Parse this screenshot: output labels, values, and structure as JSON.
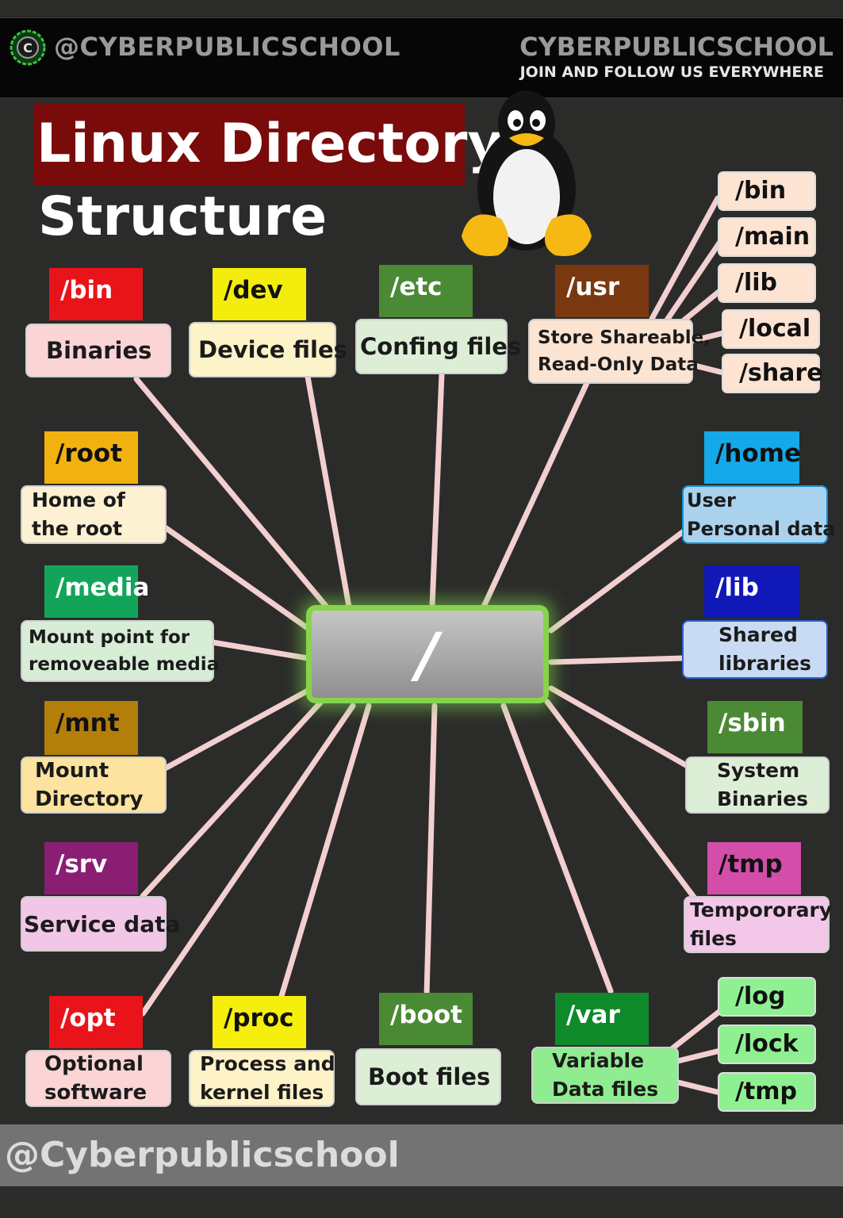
{
  "header": {
    "handle": "@CYBERPUBLICSCHOOL",
    "brand": "CYBERPUBLICSCHOOL",
    "tagline": "JOIN AND FOLLOW US EVERYWHERE",
    "logo_letter": "C"
  },
  "title": {
    "line1": "Linux Directory",
    "line2": "Structure"
  },
  "root_label": "/",
  "directories": {
    "bin": {
      "label": "/bin",
      "desc": [
        "Binaries"
      ],
      "color": "#e8141a",
      "bg": "#fbd4d6"
    },
    "dev": {
      "label": "/dev",
      "desc": [
        "Device files"
      ],
      "color": "#f3ec0d",
      "bg": "#fdf3c9"
    },
    "etc": {
      "label": "/etc",
      "desc": [
        "Confing files"
      ],
      "color": "#4b8a34",
      "bg": "#dcefd6"
    },
    "usr": {
      "label": "/usr",
      "desc": [
        "Store Shareable,",
        "Read-Only Data"
      ],
      "color": "#7a3810",
      "bg": "#fbe4d2"
    },
    "root": {
      "label": "/root",
      "desc": [
        "Home of",
        "the root"
      ],
      "color": "#f1b20f",
      "bg": "#fdf1d3"
    },
    "media": {
      "label": "/media",
      "desc": [
        "Mount point for",
        "removeable media"
      ],
      "color": "#12a55a",
      "bg": "#d7edd6"
    },
    "mnt": {
      "label": "/mnt",
      "desc": [
        "Mount",
        "Directory"
      ],
      "color": "#b47e0a",
      "bg": "#fce39f"
    },
    "srv": {
      "label": "/srv",
      "desc": [
        "Service data"
      ],
      "color": "#8a1e73",
      "bg": "#f1c6e6"
    },
    "opt": {
      "label": "/opt",
      "desc": [
        "Optional",
        "software"
      ],
      "color": "#e8141a",
      "bg": "#fbd4d6"
    },
    "proc": {
      "label": "/proc",
      "desc": [
        "Process and",
        "kernel files"
      ],
      "color": "#f6ee0c",
      "bg": "#fdf2c8"
    },
    "boot": {
      "label": "/boot",
      "desc": [
        "Boot files"
      ],
      "color": "#4b8a34",
      "bg": "#dcefd6"
    },
    "var": {
      "label": "/var",
      "desc": [
        "Variable",
        "Data files"
      ],
      "color": "#0f8a2b",
      "bg": "#8fec90"
    },
    "home": {
      "label": "/home",
      "desc": [
        "User",
        "Personal  data"
      ],
      "color": "#14a9e8",
      "bg": "#a9d2ee"
    },
    "lib": {
      "label": "/lib",
      "desc": [
        "Shared",
        "libraries"
      ],
      "color": "#1018b8",
      "bg": "#c9dbf2"
    },
    "sbin": {
      "label": "/sbin",
      "desc": [
        "System",
        "Binaries"
      ],
      "color": "#4b8a34",
      "bg": "#dcefd6"
    },
    "tmp": {
      "label": "/tmp",
      "desc": [
        "Tempororary",
        "files"
      ],
      "color": "#d34ea8",
      "bg": "#f3c7e8"
    }
  },
  "usr_children": [
    "/bin",
    "/main",
    "/lib",
    "/local",
    "/share"
  ],
  "var_children": [
    "/log",
    "/lock",
    "/tmp"
  ],
  "footer": {
    "handle": "@Cyberpublicschool"
  }
}
